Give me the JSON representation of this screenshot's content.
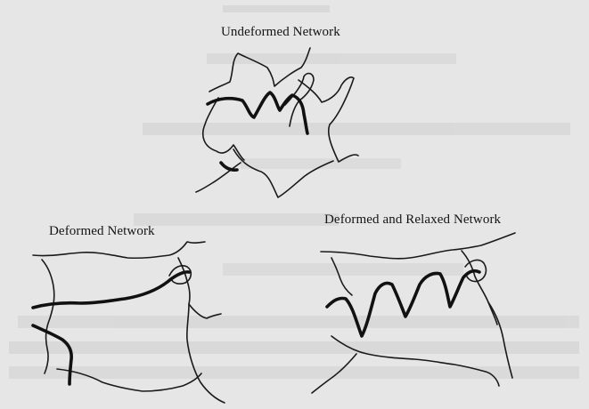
{
  "labels": {
    "undeformed": "Undeformed Network",
    "deformed": "Deformed Network",
    "relaxed": "Deformed and Relaxed Network"
  },
  "colors": {
    "paper": "#e6e6e6",
    "ink": "#111111",
    "bleed_through": "#b9b9b9"
  }
}
